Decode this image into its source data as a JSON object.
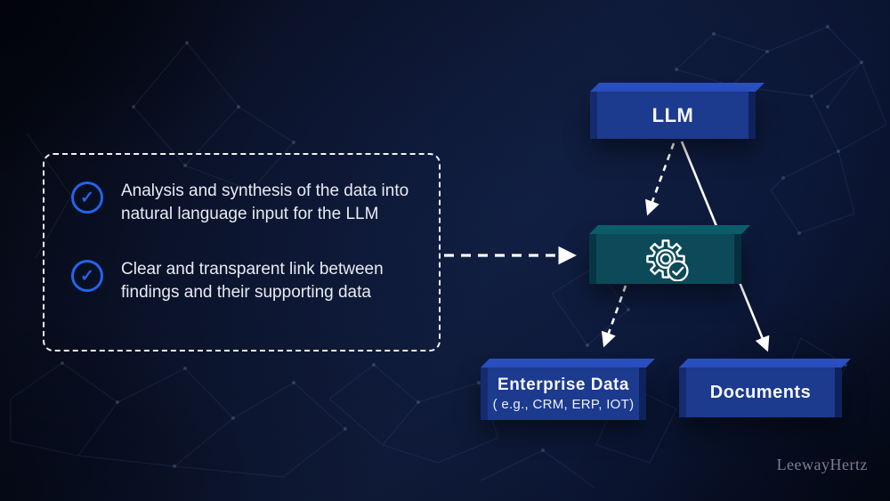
{
  "note": {
    "items": [
      {
        "text": "Analysis and synthesis of the data into natural language input for the LLM"
      },
      {
        "text": "Clear and transparent link between findings and their supporting data"
      }
    ]
  },
  "nodes": {
    "llm": {
      "label": "LLM"
    },
    "processor": {
      "icon": "gear-check"
    },
    "enterprise": {
      "title": "Enterprise Data",
      "subtitle": "( e.g., CRM, ERP, IOT)"
    },
    "documents": {
      "label": "Documents"
    }
  },
  "icons": {
    "check": "✓"
  },
  "watermark": "LeewayHertz",
  "colors": {
    "background_navy": "#0a1126",
    "box_blue_front": "#1c3a8e",
    "box_blue_top": "#2b51c6",
    "box_teal_front": "#0c4a59",
    "box_teal_top": "#0d5f6e",
    "accent_blue": "#2563eb",
    "arrow_white": "#ffffff",
    "text_light": "#e8ebf2"
  }
}
